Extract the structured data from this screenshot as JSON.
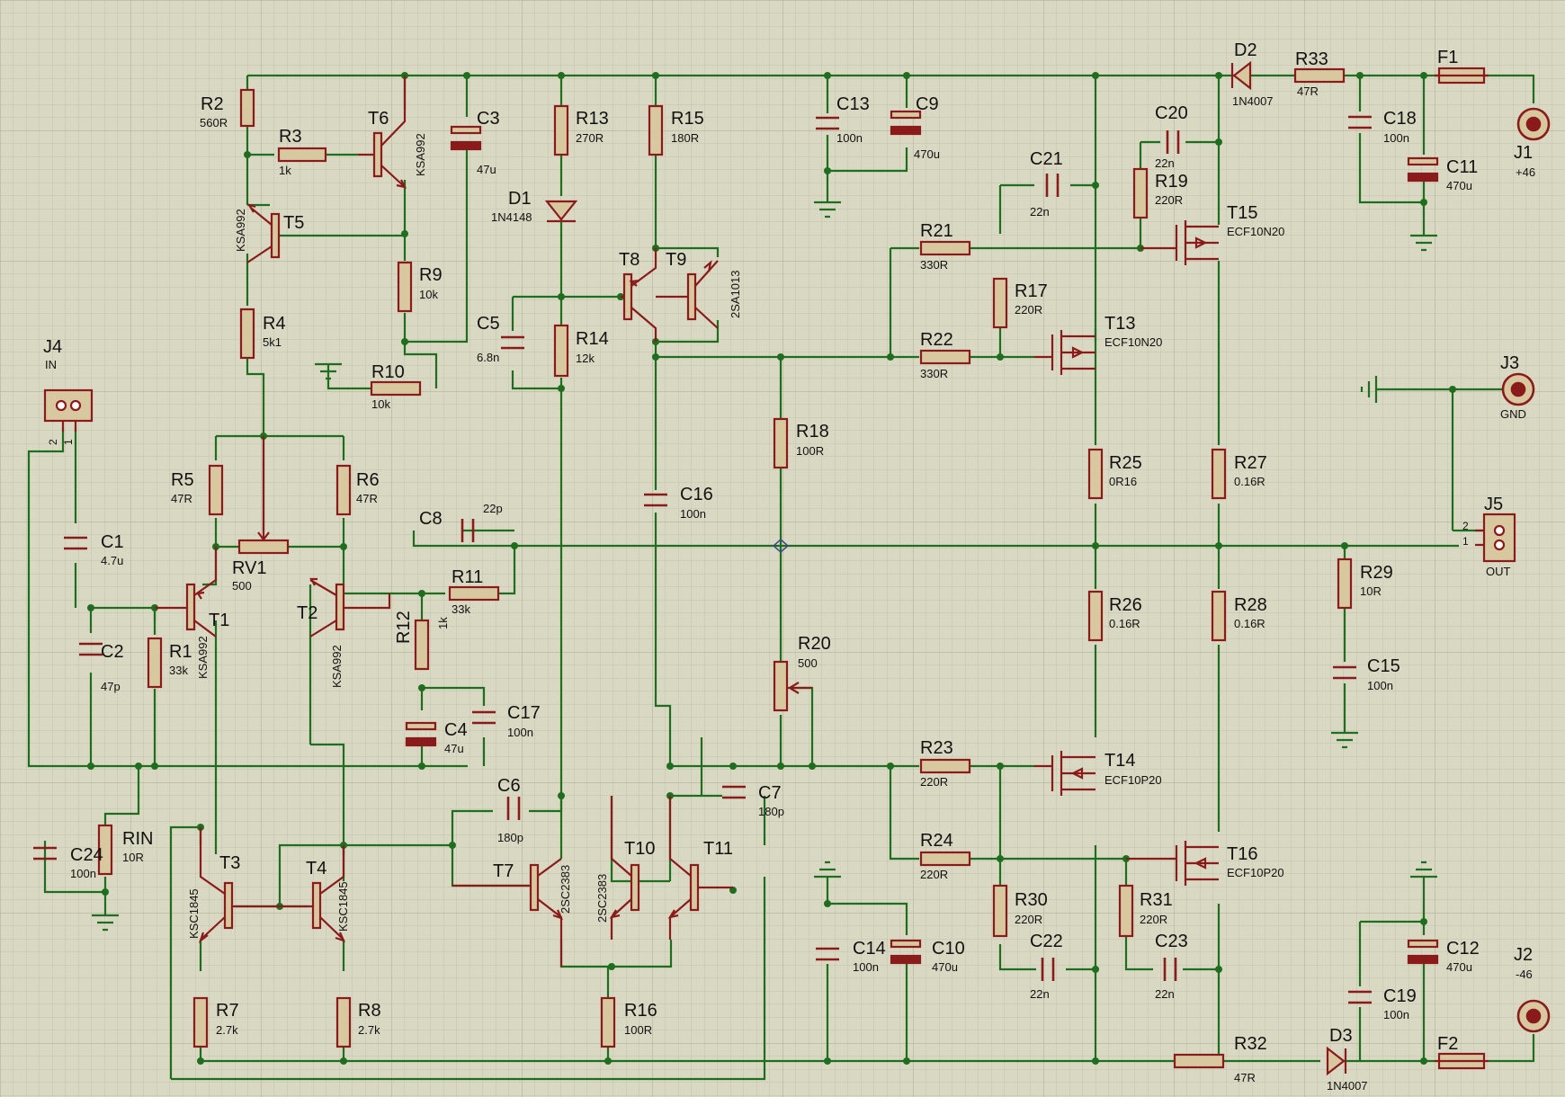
{
  "components": {
    "R2": {
      "ref": "R2",
      "value": "560R"
    },
    "R3": {
      "ref": "R3",
      "value": "1k"
    },
    "T6": {
      "ref": "T6",
      "value": "KSA992"
    },
    "C3": {
      "ref": "C3",
      "value": "47u"
    },
    "R13": {
      "ref": "R13",
      "value": "270R"
    },
    "R15": {
      "ref": "R15",
      "value": "180R"
    },
    "C13": {
      "ref": "C13",
      "value": "100n"
    },
    "C9": {
      "ref": "C9",
      "value": "470u"
    },
    "D2": {
      "ref": "D2",
      "value": "1N4007"
    },
    "R33": {
      "ref": "R33",
      "value": "47R"
    },
    "F1": {
      "ref": "F1"
    },
    "J1": {
      "ref": "J1",
      "value": "+46"
    },
    "C20": {
      "ref": "C20",
      "value": "22n"
    },
    "C18": {
      "ref": "C18",
      "value": "100n"
    },
    "C11": {
      "ref": "C11",
      "value": "470u"
    },
    "C21": {
      "ref": "C21",
      "value": "22n"
    },
    "R19": {
      "ref": "R19",
      "value": "220R"
    },
    "T15": {
      "ref": "T15",
      "value": "ECF10N20"
    },
    "T5": {
      "ref": "T5",
      "value": "KSA992"
    },
    "D1": {
      "ref": "D1",
      "value": "1N4148"
    },
    "R9": {
      "ref": "R9",
      "value": "10k"
    },
    "T8": {
      "ref": "T8"
    },
    "T9": {
      "ref": "T9",
      "value": "2SA1013"
    },
    "R21": {
      "ref": "R21",
      "value": "330R"
    },
    "R17": {
      "ref": "R17",
      "value": "220R"
    },
    "R4": {
      "ref": "R4",
      "value": "5k1"
    },
    "C5": {
      "ref": "C5",
      "value": "6.8n"
    },
    "R14": {
      "ref": "R14",
      "value": "12k"
    },
    "T13": {
      "ref": "T13",
      "value": "ECF10N20"
    },
    "J4": {
      "ref": "J4",
      "value": "IN"
    },
    "R10": {
      "ref": "R10",
      "value": "10k"
    },
    "R22": {
      "ref": "R22",
      "value": "330R"
    },
    "J3": {
      "ref": "J3",
      "value": "GND"
    },
    "R18": {
      "ref": "R18",
      "value": "100R"
    },
    "R5": {
      "ref": "R5",
      "value": "47R"
    },
    "R6": {
      "ref": "R6",
      "value": "47R"
    },
    "R25": {
      "ref": "R25",
      "value": "0R16"
    },
    "R27": {
      "ref": "R27",
      "value": "0.16R"
    },
    "C16": {
      "ref": "C16",
      "value": "100n"
    },
    "C8": {
      "ref": "C8",
      "value": "22p"
    },
    "J5": {
      "ref": "J5",
      "value": "OUT"
    },
    "C1": {
      "ref": "C1",
      "value": "4.7u"
    },
    "RV1": {
      "ref": "RV1",
      "value": "500"
    },
    "R11": {
      "ref": "R11",
      "value": "33k"
    },
    "R29": {
      "ref": "R29",
      "value": "10R"
    },
    "T1": {
      "ref": "T1",
      "value": "KSA992"
    },
    "T2": {
      "ref": "T2",
      "value": "KSA992"
    },
    "R12": {
      "ref": "R12",
      "value": "1k"
    },
    "R26": {
      "ref": "R26",
      "value": "0.16R"
    },
    "R28": {
      "ref": "R28",
      "value": "0.16R"
    },
    "R20": {
      "ref": "R20",
      "value": "500"
    },
    "C2": {
      "ref": "C2",
      "value": "47p"
    },
    "R1": {
      "ref": "R1",
      "value": "33k"
    },
    "C15": {
      "ref": "C15",
      "value": "100n"
    },
    "C4": {
      "ref": "C4",
      "value": "47u"
    },
    "C17": {
      "ref": "C17",
      "value": "100n"
    },
    "R23": {
      "ref": "R23",
      "value": "220R"
    },
    "T14": {
      "ref": "T14",
      "value": "ECF10P20"
    },
    "C6": {
      "ref": "C6",
      "value": "180p"
    },
    "C7": {
      "ref": "C7",
      "value": "180p"
    },
    "C24": {
      "ref": "C24",
      "value": "100n"
    },
    "RIN": {
      "ref": "RIN",
      "value": "10R"
    },
    "T10": {
      "ref": "T10",
      "value": "2SC2383"
    },
    "T11": {
      "ref": "T11"
    },
    "R24": {
      "ref": "R24",
      "value": "220R"
    },
    "T16": {
      "ref": "T16",
      "value": "ECF10P20"
    },
    "T3": {
      "ref": "T3",
      "value": "KSC1845"
    },
    "T4": {
      "ref": "T4",
      "value": "KSC1845"
    },
    "T7": {
      "ref": "T7",
      "value": "2SC2383"
    },
    "C14": {
      "ref": "C14",
      "value": "100n"
    },
    "C10": {
      "ref": "C10",
      "value": "470u"
    },
    "R30": {
      "ref": "R30",
      "value": "220R"
    },
    "R31": {
      "ref": "R31",
      "value": "220R"
    },
    "C22": {
      "ref": "C22",
      "value": "22n"
    },
    "C23": {
      "ref": "C23",
      "value": "22n"
    },
    "C12": {
      "ref": "C12",
      "value": "470u"
    },
    "J2": {
      "ref": "J2",
      "value": "-46"
    },
    "C19": {
      "ref": "C19",
      "value": "100n"
    },
    "R7": {
      "ref": "R7",
      "value": "2.7k"
    },
    "R8": {
      "ref": "R8",
      "value": "2.7k"
    },
    "R16": {
      "ref": "R16",
      "value": "100R"
    },
    "R32": {
      "ref": "R32",
      "value": "47R"
    },
    "D3": {
      "ref": "D3",
      "value": "1N4007"
    },
    "F2": {
      "ref": "F2"
    }
  },
  "connector_pins": {
    "J4_pin2": "2",
    "J4_pin1": "1",
    "J5_pin2": "2",
    "J5_pin1": "1"
  },
  "colors": {
    "background": "#d9d9c3",
    "grid_minor": "#c4c4ad",
    "grid_major": "#b6b69f",
    "wire": "#1f6e1f",
    "component": "#8b1a1a",
    "component_fill": "#d8c8a0",
    "label": "#111111"
  }
}
